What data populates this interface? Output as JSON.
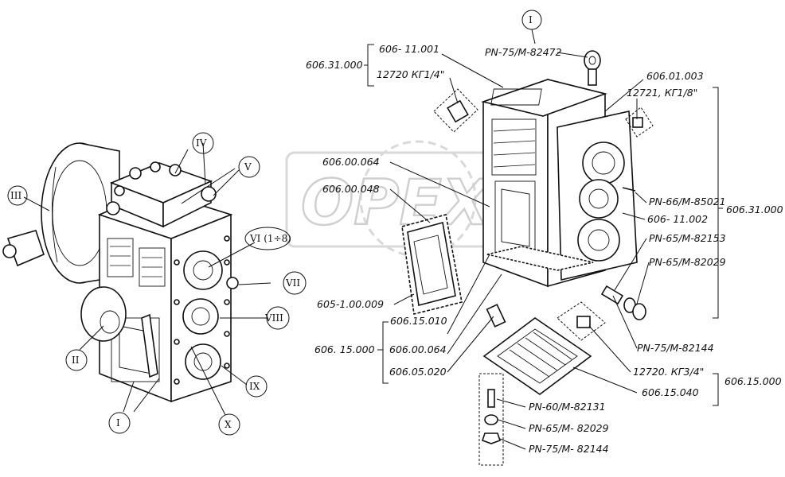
{
  "watermark": "OPEX",
  "roman_labels": {
    "r1_top": "I",
    "r1_bottom": "I",
    "r2": "II",
    "r3": "III",
    "r4": "IV",
    "r5": "V",
    "r6": "VI (1÷8)",
    "r7": "VII",
    "r8": "VIII",
    "r9": "IX",
    "r10": "X"
  },
  "labels": {
    "top_bolt": "PN-75/M-82472",
    "group_top_left": "606.31.000",
    "brace_a": "606- 11.001",
    "brace_b": "12720 КГ1/4\"",
    "cover_a": "606.01.003",
    "cover_b": "12721, КГ1/8\"",
    "gasket_1": "606.00.064",
    "gasket_2": "606.00.048",
    "pin": "PN-66/M-85021",
    "cover_right": "606- 11.002",
    "group_right": "606.31.000",
    "stud": "PN-65/M-82153",
    "washer_r": "PN-65/M-82029",
    "plate": "605-1.00.009",
    "nut_r": "PN-75/M-82144",
    "pan_a": "606.15.010",
    "group_bottom_left": "606. 15.000",
    "pan_b": "606.00.064",
    "pan_c": "606.05.020",
    "plug": "12720. КГ3/4\"",
    "pan_d": "606.15.040",
    "group_bottom_right": "606.15.000",
    "bolt_b": "PN-60/M-82131",
    "washer_b": "PN-65/M- 82029",
    "nut_b": "PN-75/M- 82144"
  }
}
